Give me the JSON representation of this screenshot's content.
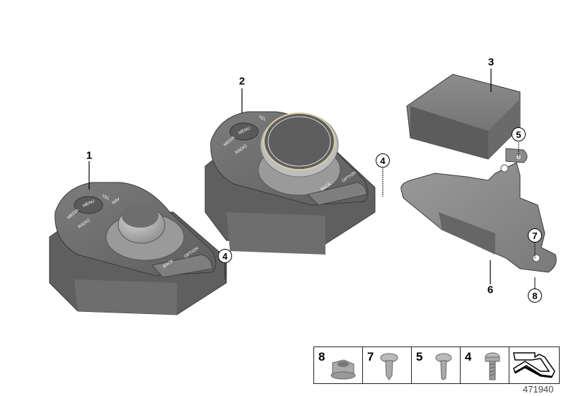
{
  "diagram": {
    "id_number": "471940",
    "parts": [
      {
        "num": "1",
        "label": "1",
        "name": "controller-without-touchpad",
        "button_labels": [
          "MEDIA",
          "MENU",
          "TEL",
          "NAV",
          "RADIO",
          "BACK",
          "OPTION"
        ]
      },
      {
        "num": "2",
        "label": "2",
        "name": "controller-with-touchpad",
        "button_labels": [
          "MEDIA",
          "MENU",
          "TEL",
          "RADIO",
          "BACK",
          "OPTION"
        ]
      },
      {
        "num": "3",
        "label": "3",
        "name": "control-module"
      },
      {
        "num": "6",
        "label": "6",
        "name": "bracket"
      }
    ],
    "circled_callouts": [
      {
        "num": "4",
        "near": "part-1"
      },
      {
        "num": "4",
        "near": "part-2"
      },
      {
        "num": "5",
        "near": "part-3"
      },
      {
        "num": "7",
        "near": "part-6"
      },
      {
        "num": "8",
        "near": "part-6"
      }
    ],
    "legend": [
      {
        "num": "8",
        "type": "hex-collar-nut"
      },
      {
        "num": "7",
        "type": "plastic-screw"
      },
      {
        "num": "5",
        "type": "tapping-screw"
      },
      {
        "num": "4",
        "type": "machine-bolt"
      },
      {
        "num": "",
        "type": "direction-arrow"
      }
    ]
  }
}
